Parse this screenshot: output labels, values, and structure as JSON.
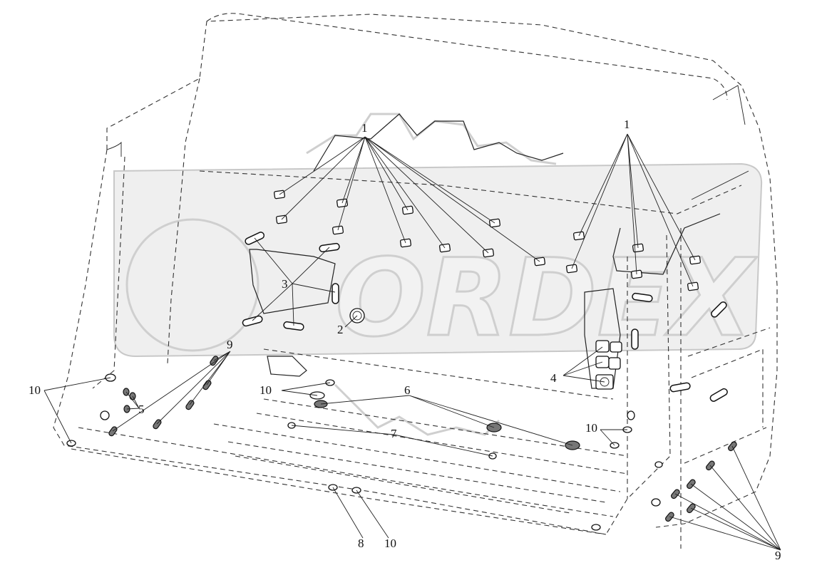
{
  "diagram": {
    "callouts": {
      "c1a": "1",
      "c1b": "1",
      "c2": "2",
      "c3": "3",
      "c4": "4",
      "c5": "5",
      "c6": "6",
      "c7": "7",
      "c8": "8",
      "c9a": "9",
      "c9b": "9",
      "c10a": "10",
      "c10b": "10",
      "c10c": "10",
      "c10d": "10"
    }
  },
  "watermark": {
    "text": "ORDEX",
    "shape": "gear-logo"
  },
  "colors": {
    "ink": "#222222",
    "background": "#ffffff",
    "watermark": "#cfcfcf"
  }
}
